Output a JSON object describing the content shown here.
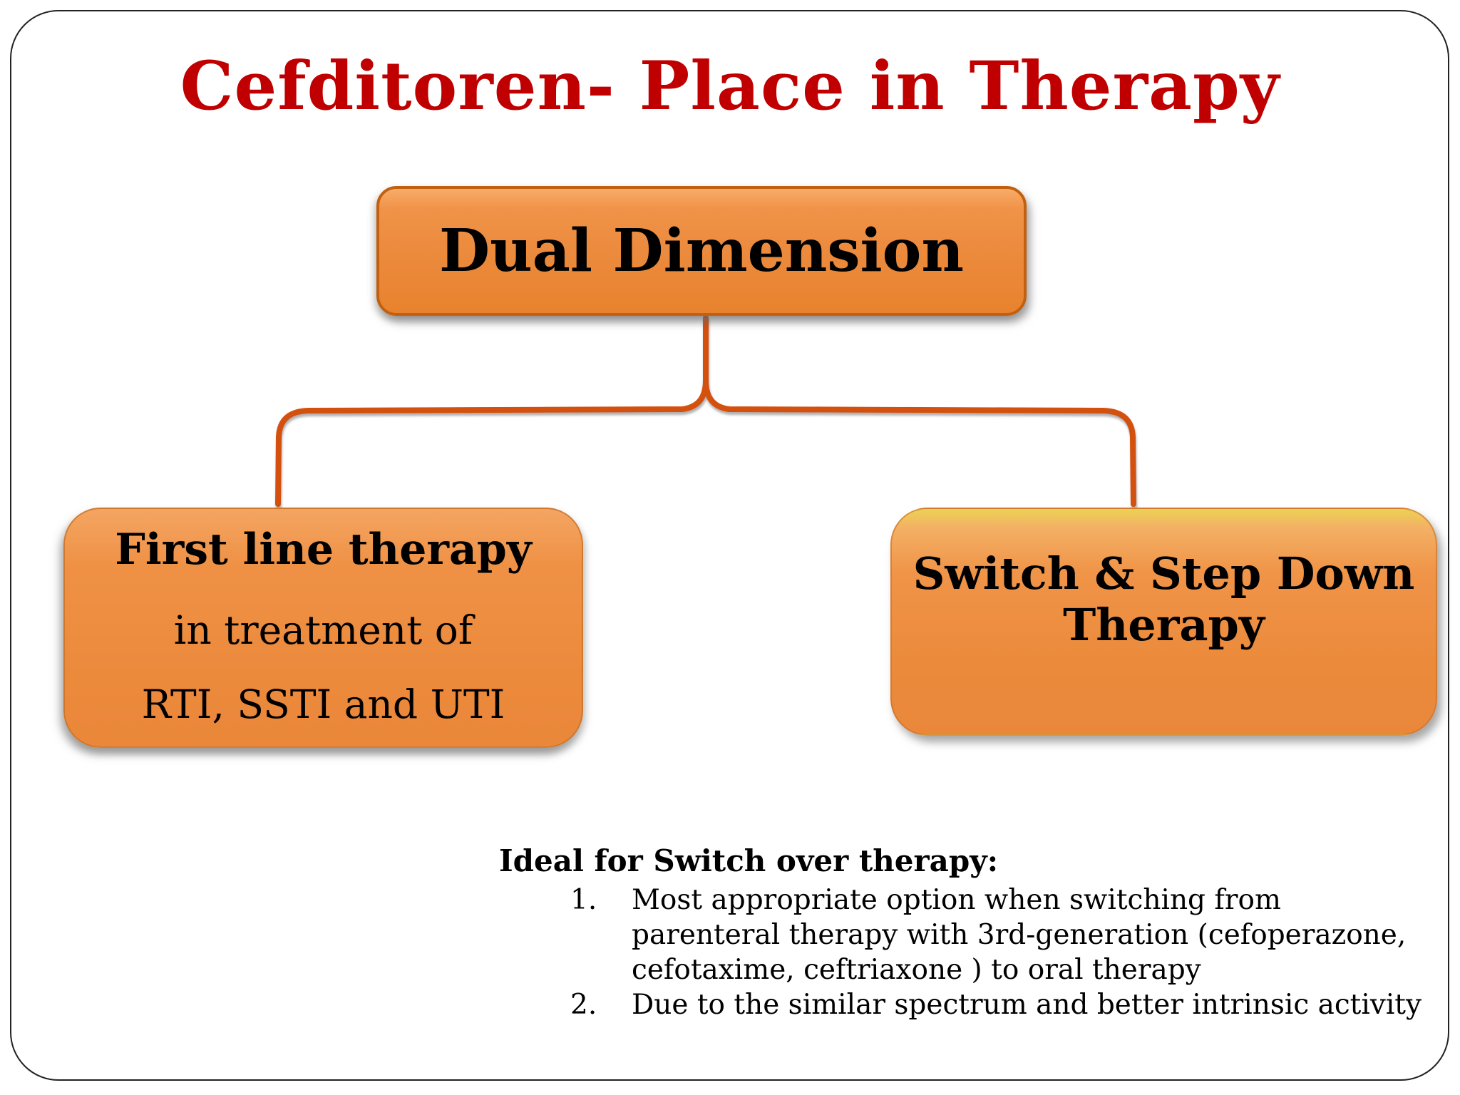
{
  "slide": {
    "title": "Cefditoren- Place in Therapy"
  },
  "diagram": {
    "root_box": {
      "label": "Dual Dimension"
    },
    "left_box": {
      "line1": "First line therapy",
      "line2": "in treatment of",
      "line3": "RTI, SSTI and UTI"
    },
    "right_box": {
      "line1": "Switch & Step Down",
      "line2": "Therapy"
    },
    "connector": "brace splitting from root box to both child boxes"
  },
  "notes": {
    "heading": "Ideal for Switch over therapy:",
    "items": [
      {
        "number": "1.",
        "lines": [
          "Most appropriate option when switching from",
          "parenteral therapy with 3rd-generation (cefoperazone,",
          "cefotaxime, ceftriaxone ) to oral therapy"
        ]
      },
      {
        "number": "2.",
        "lines": [
          "Due to the similar spectrum and better intrinsic activity"
        ]
      }
    ]
  },
  "colors": {
    "title_red": "#C00000",
    "box_orange": "#EC8A3C",
    "box_border_orange": "#C2600F",
    "box_top_yellow": "#ECD254",
    "connector_orange": "#D4500F",
    "text_black": "#000000",
    "frame_border": "#222222"
  }
}
